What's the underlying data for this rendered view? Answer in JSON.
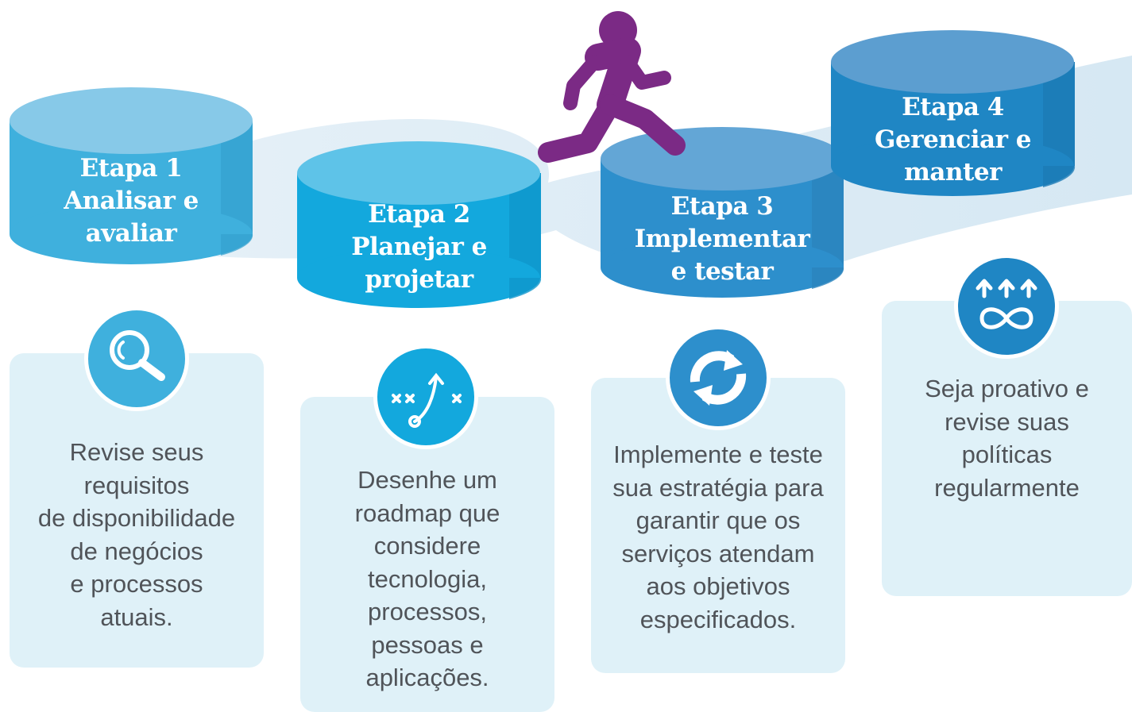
{
  "colors": {
    "step1": "#3fb0dd",
    "step2": "#13a8dd",
    "step3": "#2d8fcc",
    "step4": "#1f86c4",
    "runner": "#7b2a85",
    "card": "#dff1f8",
    "text": "#505459"
  },
  "steps": [
    {
      "title_lines": [
        "Etapa 1",
        "Analisar e",
        "avaliar"
      ],
      "icon": "magnifier-icon",
      "text_lines": [
        "Revise seus",
        "requisitos",
        "de disponibilidade",
        "de negócios",
        "e processos",
        "atuais."
      ]
    },
    {
      "title_lines": [
        "Etapa 2",
        "Planejar e",
        "projetar"
      ],
      "icon": "strategy-play-icon",
      "text_lines": [
        "Desenhe um",
        "roadmap que",
        "considere",
        "tecnologia,",
        "processos,",
        "pessoas e",
        "aplicações."
      ]
    },
    {
      "title_lines": [
        "Etapa 3",
        "Implementar",
        "e testar"
      ],
      "icon": "refresh-cycle-icon",
      "text_lines": [
        "Implemente e teste",
        "sua estratégia para",
        "garantir que os",
        "serviços atendam",
        "aos objetivos",
        "especificados."
      ]
    },
    {
      "title_lines": [
        "Etapa 4",
        "Gerenciar e",
        "manter"
      ],
      "icon": "arrows-infinity-icon",
      "text_lines": [
        "Seja proativo e",
        "revise suas",
        "políticas",
        "regularmente"
      ]
    }
  ]
}
